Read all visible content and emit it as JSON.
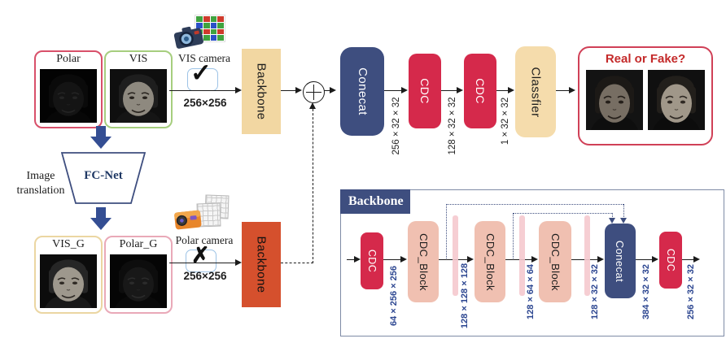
{
  "figure": {
    "inputs": {
      "polar_label": "Polar",
      "vis_label": "VIS",
      "vis_camera_label": "VIS camera",
      "input_size": "256×256"
    },
    "translation": {
      "caption_line1": "Image",
      "caption_line2": "translation",
      "fcnet_label": "FC-Net",
      "visg_label": "VIS_G",
      "polarg_label": "Polar_G",
      "polar_camera_label": "Polar camera",
      "input_size": "256×256"
    },
    "top_flow": {
      "backbone_label": "Backbone",
      "concat_label": "Conecat",
      "concat_dim": "256 × 32 × 32",
      "cdc1_label": "CDC",
      "cdc1_dim": "128 × 32 × 32",
      "cdc2_label": "CDC",
      "cdc2_dim": "1 × 32 × 32",
      "classifier_label": "Classfier",
      "result_label": "Real or Fake?"
    },
    "bottom_flow": {
      "backbone_label": "Backbone"
    },
    "backbone_panel": {
      "title": "Backbone",
      "cdc_in_label": "CDC",
      "cdc_in_dim": "64 × 256 × 256",
      "block1_label": "CDC_Block",
      "block1_dim": "128 × 128 × 128",
      "block2_label": "CDC_Block",
      "block2_dim": "128 × 64 × 64",
      "block3_label": "CDC_Block",
      "block3_dim": "128 × 32 × 32",
      "concat_label": "Conecat",
      "concat_dim": "384 × 32 × 32",
      "cdc_out_label": "CDC",
      "cdc_out_dim": "256 × 32 × 32"
    },
    "icons": {
      "check": "✓",
      "cross": "✗"
    },
    "colors": {
      "navy": "#3E4E7F",
      "crimson": "#D5294B",
      "orange": "#D5502D",
      "wheat": "#F2D7A2",
      "classifier_wheat": "#F5DCAC",
      "salmon_block": "#F0C0B1",
      "pink_bar": "#F5C9CE",
      "panel_dim_text": "#2B4590",
      "result_red": "#C42A2A",
      "arrow_navy": "#344E93",
      "polar_border": "#D8506A",
      "vis_border": "#A6CE7E",
      "visg_border": "#EBD6A2",
      "polarg_border": "#E9A9B8",
      "check_border": "#9DC3E6"
    }
  }
}
